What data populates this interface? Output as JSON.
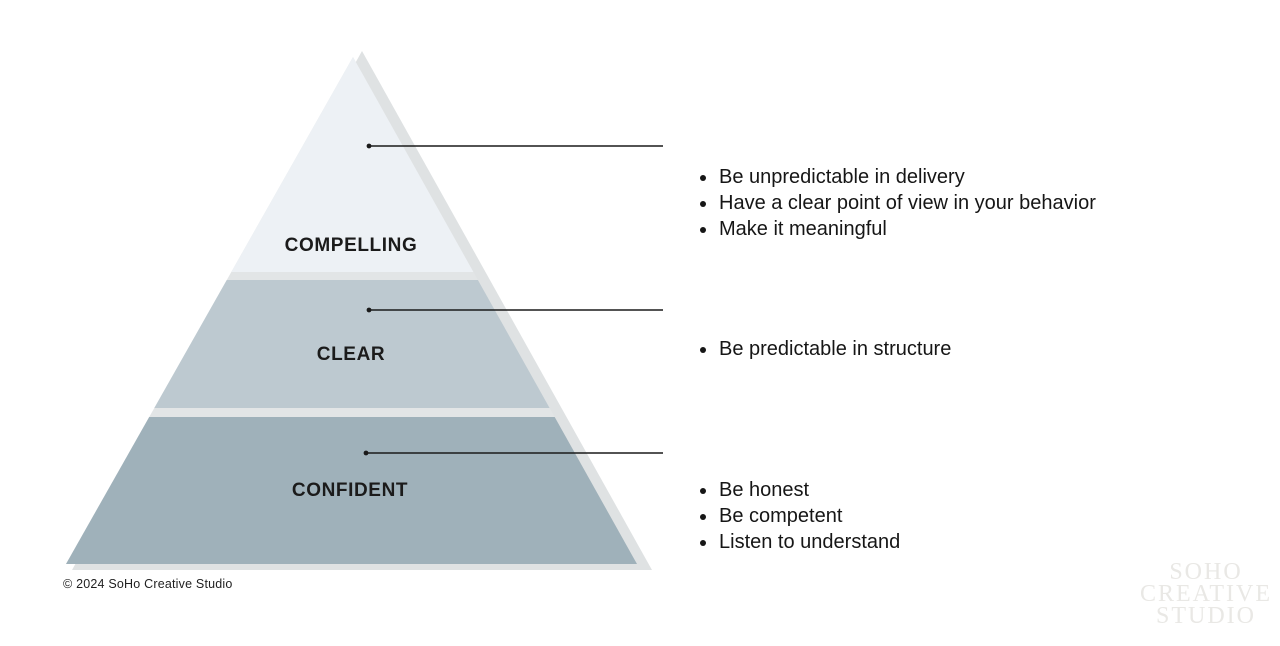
{
  "pyramid": {
    "shadow_color": "#dfe2e3",
    "gap_color": "#e2e5e6",
    "line_color": "#1a1a1a",
    "tiers": [
      {
        "label": "COMPELLING",
        "color": "#edf1f5"
      },
      {
        "label": "CLEAR",
        "color": "#bdc9d0"
      },
      {
        "label": "CONFIDENT",
        "color": "#9fb1ba"
      }
    ]
  },
  "annotations": [
    {
      "items": [
        "Be unpredictable in delivery",
        "Have a clear point of view in your behavior",
        "Make it meaningful"
      ]
    },
    {
      "items": [
        "Be predictable in structure"
      ]
    },
    {
      "items": [
        "Be honest",
        "Be competent",
        "Listen to understand"
      ]
    }
  ],
  "footer": {
    "copyright": "© 2024 SoHo Creative Studio"
  },
  "watermark": {
    "lines": [
      "SOHO",
      "CREATIVE",
      "STUDIO"
    ],
    "color": "#e9e8e5"
  }
}
